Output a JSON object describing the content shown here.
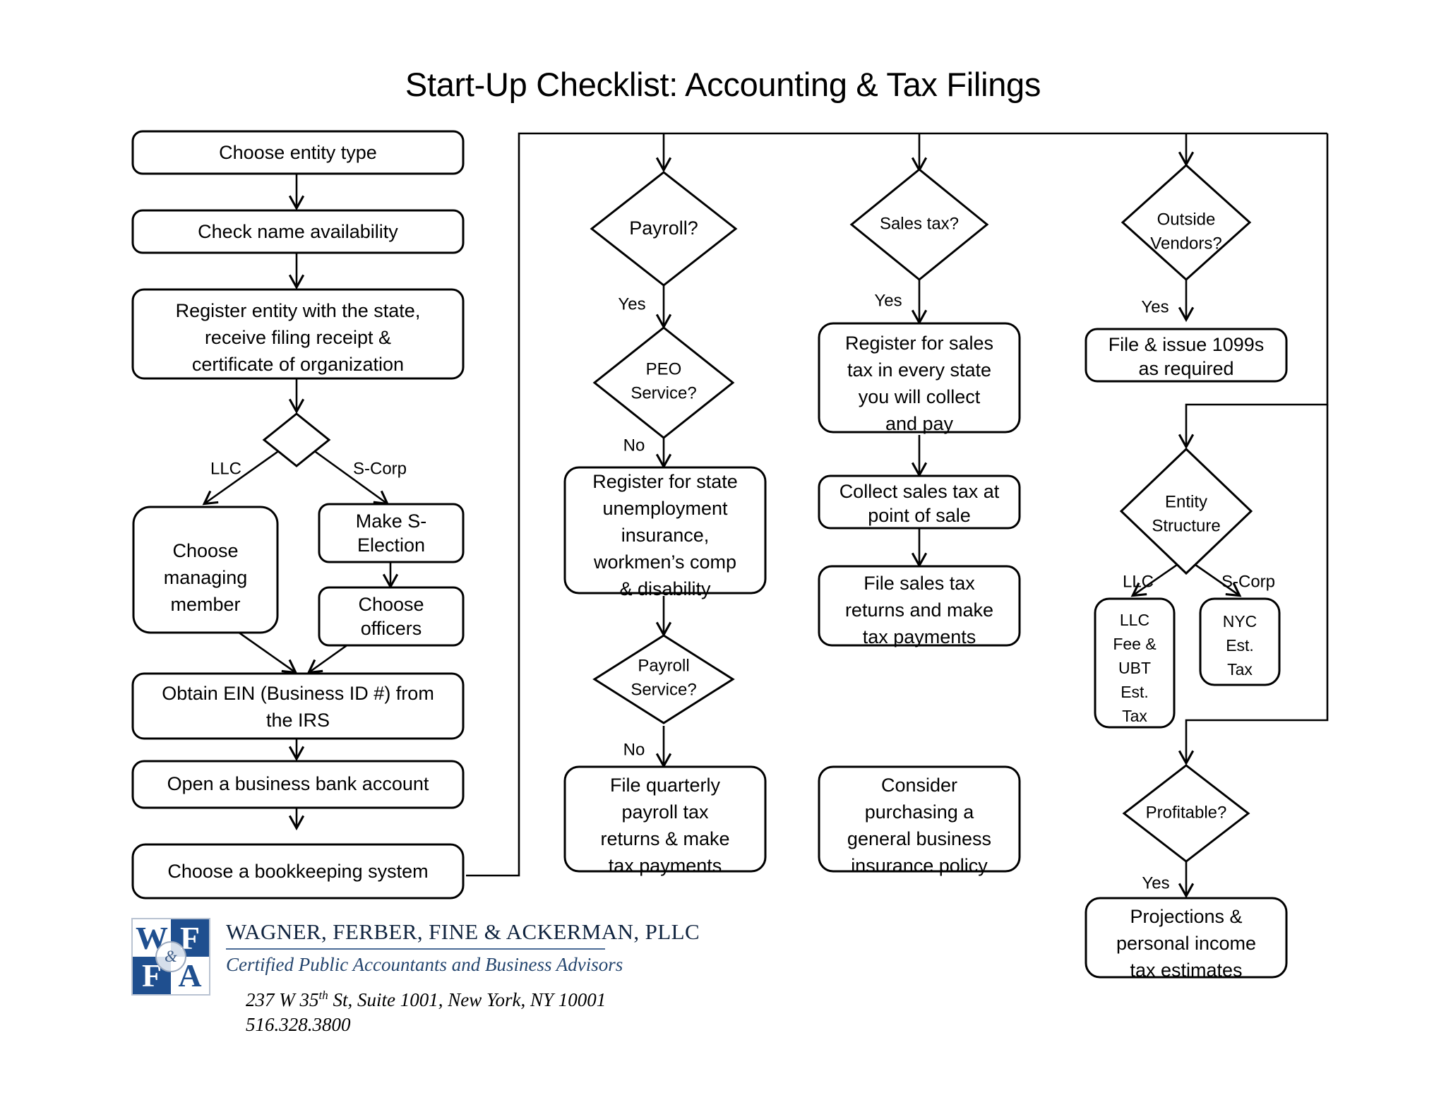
{
  "title": "Start-Up Checklist: Accounting & Tax Filings",
  "chart_data": {
    "type": "diagram",
    "diagram_kind": "flowchart",
    "title": "Start-Up Checklist: Accounting & Tax Filings",
    "columns": [
      {
        "name": "formation",
        "nodes": [
          "Choose entity type",
          "Check name availability",
          "Register entity with the state, receive filing receipt & certificate of organization",
          "(entity type decision)",
          "Choose managing member",
          "Make S-Election",
          "Choose officers",
          "Obtain EIN (Business ID #) from the IRS",
          "Open a business bank account",
          "Choose a bookkeeping system"
        ]
      },
      {
        "name": "payroll",
        "nodes": [
          "Payroll?",
          "PEO Service?",
          "Register for state unemployment insurance, workmen's comp & disability",
          "Payroll Service?",
          "File quarterly payroll tax returns & make tax payments"
        ]
      },
      {
        "name": "sales-tax",
        "nodes": [
          "Sales tax?",
          "Register for sales tax in every state you will collect and pay",
          "Collect sales tax at point of sale",
          "File sales tax returns and make tax payments",
          "Consider purchasing a general business insurance policy"
        ]
      },
      {
        "name": "vendors-and-entity",
        "nodes": [
          "Outside Vendors?",
          "File & issue 1099s as required",
          "Entity Structure",
          "LLC Fee & UBT Est. Tax",
          "NYC Est. Tax",
          "Profitable?",
          "Projections & personal income tax estimates"
        ]
      }
    ],
    "edge_labels": [
      "LLC",
      "S-Corp",
      "Yes",
      "No",
      "Yes",
      "No",
      "Yes",
      "Yes",
      "LLC",
      "S-Corp",
      "Yes"
    ]
  },
  "nodes": {
    "choose_entity_type": "Choose entity type",
    "check_name": "Check name availability",
    "register_entity_l1": "Register entity with the state,",
    "register_entity_l2": "receive filing receipt &",
    "register_entity_l3": "certificate of organization",
    "choose_managing_l1": "Choose",
    "choose_managing_l2": "managing",
    "choose_managing_l3": "member",
    "make_s_election_l1": "Make S-",
    "make_s_election_l2": "Election",
    "choose_officers_l1": "Choose",
    "choose_officers_l2": "officers",
    "obtain_ein_l1": "Obtain EIN (Business ID #) from",
    "obtain_ein_l2": "the IRS",
    "open_bank": "Open a business bank account",
    "bookkeeping": "Choose a bookkeeping system",
    "payroll_q": "Payroll?",
    "peo_q_l1": "PEO",
    "peo_q_l2": "Service?",
    "register_sui_l1": "Register for state",
    "register_sui_l2": "unemployment",
    "register_sui_l3": "insurance,",
    "register_sui_l4": "workmen’s comp",
    "register_sui_l5": "& disability",
    "payroll_service_q_l1": "Payroll",
    "payroll_service_q_l2": "Service?",
    "file_quarterly_l1": "File quarterly",
    "file_quarterly_l2": "payroll tax",
    "file_quarterly_l3": "returns & make",
    "file_quarterly_l4": "tax payments",
    "sales_tax_q": "Sales tax?",
    "register_sales_l1": "Register for sales",
    "register_sales_l2": "tax in every state",
    "register_sales_l3": "you will collect",
    "register_sales_l4": "and pay",
    "collect_sales_l1": "Collect sales tax at",
    "collect_sales_l2": "point of sale",
    "file_sales_l1": "File sales tax",
    "file_sales_l2": "returns and make",
    "file_sales_l3": "tax payments",
    "insurance_l1": "Consider",
    "insurance_l2": "purchasing a",
    "insurance_l3": "general business",
    "insurance_l4": "insurance policy",
    "outside_vendors_l1": "Outside",
    "outside_vendors_l2": "Vendors?",
    "file_1099_l1": "File & issue 1099s",
    "file_1099_l2": "as required",
    "entity_structure_l1": "Entity",
    "entity_structure_l2": "Structure",
    "llc_fee_l1": "LLC",
    "llc_fee_l2": "Fee &",
    "llc_fee_l3": "UBT",
    "llc_fee_l4": "Est.",
    "llc_fee_l5": "Tax",
    "nyc_est_l1": "NYC",
    "nyc_est_l2": "Est.",
    "nyc_est_l3": "Tax",
    "profitable_q": "Profitable?",
    "projections_l1": "Projections &",
    "projections_l2": "personal income",
    "projections_l3": "tax estimates"
  },
  "edge_labels": {
    "llc_left": "LLC",
    "scorp_left": "S-Corp",
    "payroll_yes": "Yes",
    "peo_no": "No",
    "payroll_service_no": "No",
    "sales_yes": "Yes",
    "vendors_yes": "Yes",
    "llc_right": "LLC",
    "scorp_right": "S-Corp",
    "profitable_yes": "Yes"
  },
  "footer": {
    "logo_letters": {
      "tl": "W",
      "tr": "F",
      "bl": "F",
      "br": "A",
      "center": "&"
    },
    "firm_name": "WAGNER, FERBER, FINE & ACKERMAN, PLLC",
    "tagline": "Certified Public Accountants and Business Advisors",
    "address_pre": "237 W 35",
    "address_sup": "th",
    "address_post": " St, Suite 1001, New York, NY 10001",
    "phone": "516.328.3800"
  },
  "colors": {
    "stroke": "#000000",
    "background": "#ffffff",
    "logo_blue": "#1f4f8f",
    "rule_blue": "#4a6a96"
  }
}
